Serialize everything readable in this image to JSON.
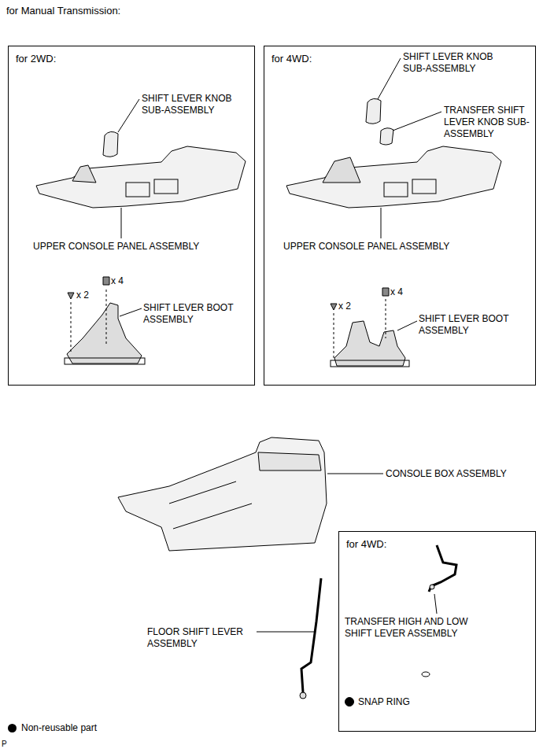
{
  "diagram": {
    "title": "for Manual Transmission:",
    "nodes": [
      {
        "text": [
          "for 2WD:"
        ]
      },
      {
        "text": [
          "for 4WD:"
        ]
      },
      {
        "text": [
          "for 4WD:"
        ]
      }
    ],
    "labels": [
      "SHIFT LEVER KNOB SUB-ASSEMBLY",
      "UPPER CONSOLE PANEL ASSEMBLY",
      "x 4",
      "x 2",
      "SHIFT LEVER BOOT ASSEMBLY",
      "SHIFT LEVER KNOB SUB-ASSEMBLY",
      "TRANSFER SHIFT LEVER KNOB SUB-ASSEMBLY",
      "UPPER CONSOLE PANEL ASSEMBLY",
      "x 2",
      "x 4",
      "SHIFT LEVER BOOT ASSEMBLY",
      "CONSOLE BOX ASSEMBLY",
      "TRANSFER HIGH AND LOW SHIFT LEVER ASSEMBLY",
      "SNAP RING",
      "FLOOR SHIFT LEVER ASSEMBLY",
      "P"
    ],
    "legend": [
      {
        "text": "Non-reusable part",
        "color": "#000000"
      }
    ]
  }
}
